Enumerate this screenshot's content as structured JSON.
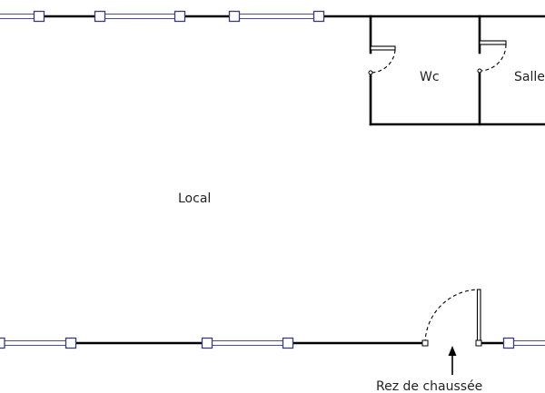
{
  "rooms": {
    "local": "Local",
    "wc": "Wc",
    "salle": "Salle"
  },
  "caption": "Rez de chaussée",
  "colors": {
    "wall": "#000000",
    "window": "#4a4a9e",
    "background": "#ffffff"
  }
}
